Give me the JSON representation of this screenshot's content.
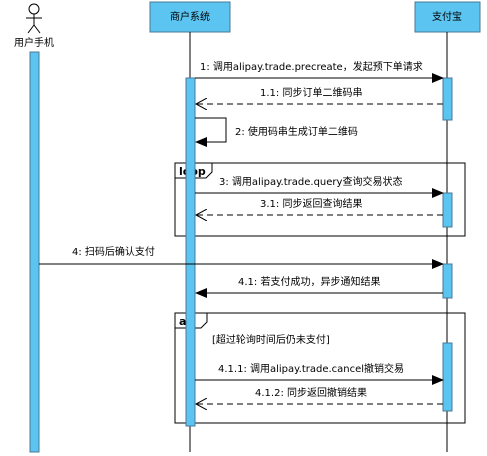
{
  "participants": {
    "actor": "用户手机",
    "merchant": "商户系统",
    "alipay": "支付宝"
  },
  "messages": [
    {
      "text": "1: 调用alipay.trade.precreate，发起预下单请求"
    },
    {
      "text": "1.1: 同步订单二维码串"
    },
    {
      "text": "2: 使用码串生成订单二维码"
    },
    {
      "text": "3: 调用alipay.trade.query查询交易状态"
    },
    {
      "text": "3.1: 同步返回查询结果"
    },
    {
      "text": "4: 扫码后确认支付"
    },
    {
      "text": "4.1: 若支付成功，异步通知结果"
    },
    {
      "text": "4.1.1: 调用alipay.trade.cancel撤销交易"
    },
    {
      "text": "4.1.2: 同步返回撤销结果"
    }
  ],
  "fragments": {
    "loop": {
      "label": "loop"
    },
    "alt": {
      "label": "alt",
      "guard": "[超过轮询时间后仍未支付]"
    }
  },
  "colors": {
    "box_fill": "#5bc4f0",
    "box_stroke": "#4a7a96",
    "activation_fill": "#5bc4f0",
    "line": "#000000"
  }
}
